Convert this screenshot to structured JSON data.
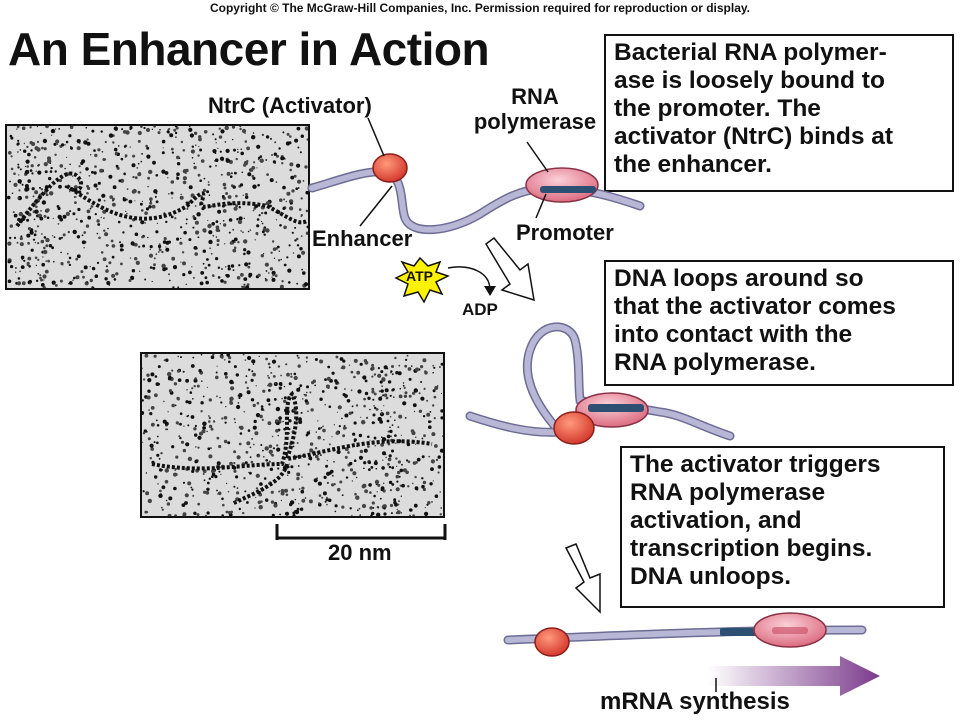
{
  "copyright": "Copyright © The McGraw-Hill Companies, Inc. Permission required for reproduction or display.",
  "title": "An Enhancer in Action",
  "labels": {
    "activator": "NtrC (Activator)",
    "rna_polymerase_line1": "RNA",
    "rna_polymerase_line2": "polymerase",
    "enhancer": "Enhancer",
    "promoter": "Promoter",
    "atp": "ATP",
    "adp": "ADP",
    "scale": "20 nm",
    "mrna": "mRNA synthesis"
  },
  "steps": [
    {
      "lines": [
        "Bacterial RNA polymer-",
        "ase is loosely bound to",
        "the promoter. The",
        "activator (NtrC) binds at",
        "the enhancer."
      ]
    },
    {
      "lines": [
        "DNA loops around so",
        "that the activator comes",
        "into contact with the",
        "RNA polymerase."
      ]
    },
    {
      "lines": [
        "The activator triggers",
        "RNA polymerase",
        "activation, and",
        "transcription begins.",
        "DNA unloops."
      ]
    }
  ],
  "colors": {
    "dna": "#a7a6c8",
    "dna_outline": "#6d6c95",
    "activator": "#e8443a",
    "polymerase": "#e88a99",
    "promoter_band": "#2d4f72",
    "atp_burst": "#fff200",
    "mrna_arrow": "#7b3a8c"
  }
}
